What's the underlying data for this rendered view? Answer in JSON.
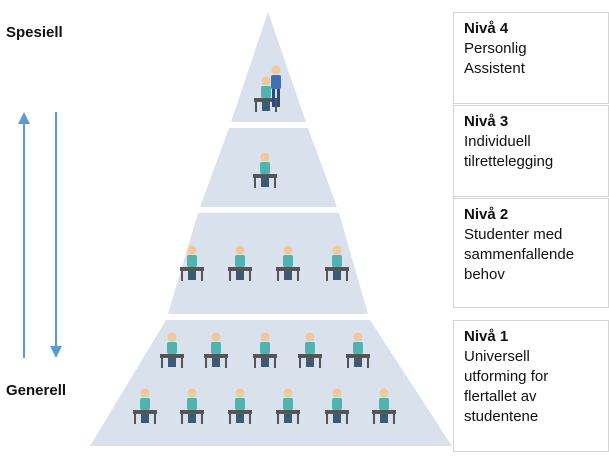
{
  "axis": {
    "top_label": "Spesiell",
    "bottom_label": "Generell",
    "arrow_color": "#5b9bd5"
  },
  "pyramid": {
    "fill_color": "#d9e2ec",
    "figure_color": "#4fb3b0",
    "levels": [
      {
        "id": "level-4",
        "title": "Nivå 4",
        "description": "Personlig\nAssistent",
        "figures": 1
      },
      {
        "id": "level-3",
        "title": "Nivå 3",
        "description": "Individuell\ntilrettelegging",
        "figures": 1
      },
      {
        "id": "level-2",
        "title": "Nivå 2",
        "description": "Studenter med\nsammenfallende\nbehov",
        "figures": 4
      },
      {
        "id": "level-1",
        "title": "Nivå 1",
        "description": "Universell\nutforming for\nflertallet av\nstudentene",
        "figures": 11
      }
    ]
  }
}
